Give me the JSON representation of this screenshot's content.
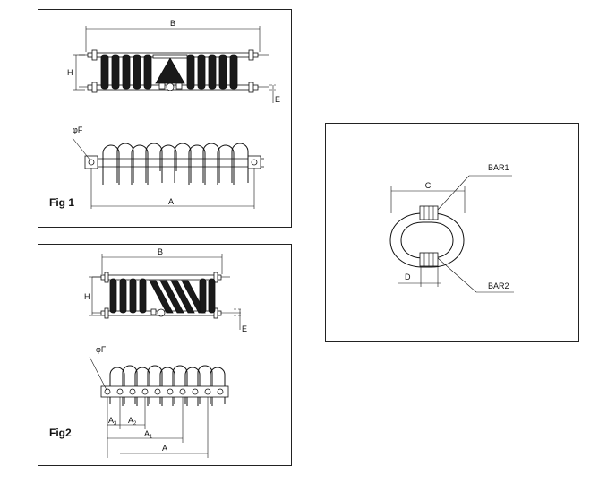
{
  "fig1": {
    "caption": "Fig 1",
    "dim_B": "B",
    "dim_H": "H",
    "dim_E": "E",
    "dim_F": "φF",
    "dim_A": "A"
  },
  "fig2": {
    "caption": "Fig2",
    "dim_B": "B",
    "dim_H": "H",
    "dim_E": "E",
    "dim_F": "φF",
    "dim_A": "A",
    "dim_A1": "A",
    "dim_A1_sub": "1",
    "dim_A2": "A",
    "dim_A2_sub": "2",
    "dim_A3": "A",
    "dim_A3_sub": "3"
  },
  "detail": {
    "dim_C": "C",
    "dim_D": "D",
    "bar1": "BAR1",
    "bar2": "BAR2"
  }
}
